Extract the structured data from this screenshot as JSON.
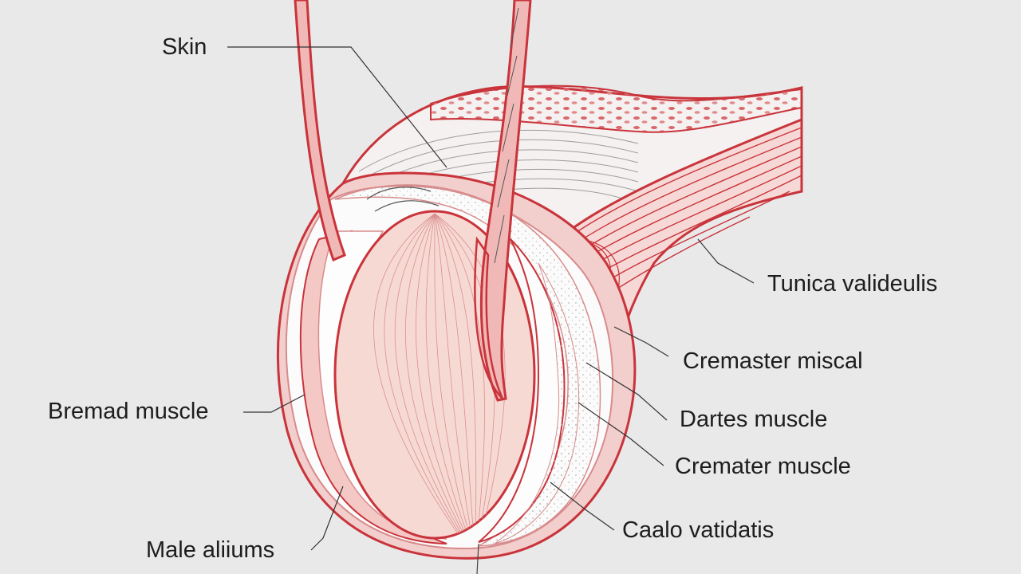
{
  "labels": {
    "skin": "Skin",
    "tunica": "Tunica valideulis",
    "cremaster_miscal": "Cremaster miscal",
    "dartes": "Dartes muscle",
    "cremater": "Cremater muscle",
    "caalo": "Caalo vatidatis",
    "bremad": "Bremad muscle",
    "male": "Male aliiums"
  },
  "colors": {
    "background": "#e9e9ea",
    "outline_red": "#c9343b",
    "muscle_pink": "#f1c9c6",
    "core_pink": "#f7d9d4",
    "leader_line": "#333333"
  }
}
